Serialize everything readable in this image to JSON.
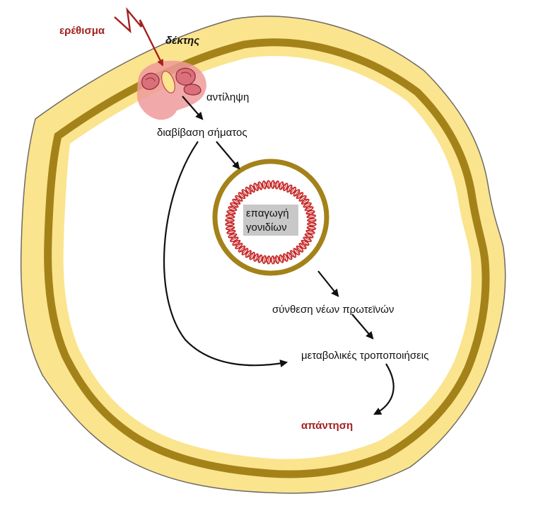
{
  "labels": {
    "stimulus": "ερέθισμα",
    "receptor": "δέκτης",
    "perception": "αντίληψη",
    "signal_transduction": "διαβίβαση σήματος",
    "gene_induction_line1": "επαγωγή",
    "gene_induction_line2": "γονιδίων",
    "protein_synthesis": "σύνθεση νέων πρωτεϊνών",
    "metabolic_changes": "μεταβολικές τροποποιήσεις",
    "response": "απάντηση"
  },
  "colors": {
    "cell_wall_fill": "#fbe48e",
    "cell_wall_outline": "#6e6a64",
    "membrane": "#a4821a",
    "nucleus_ring": "#a4821a",
    "receptor_blob": "#ef9a9a",
    "receptor_dark": "#c2475a",
    "dna": "#c62828",
    "stimulus_red": "#a32020",
    "gene_box": "#c8c8c8"
  }
}
